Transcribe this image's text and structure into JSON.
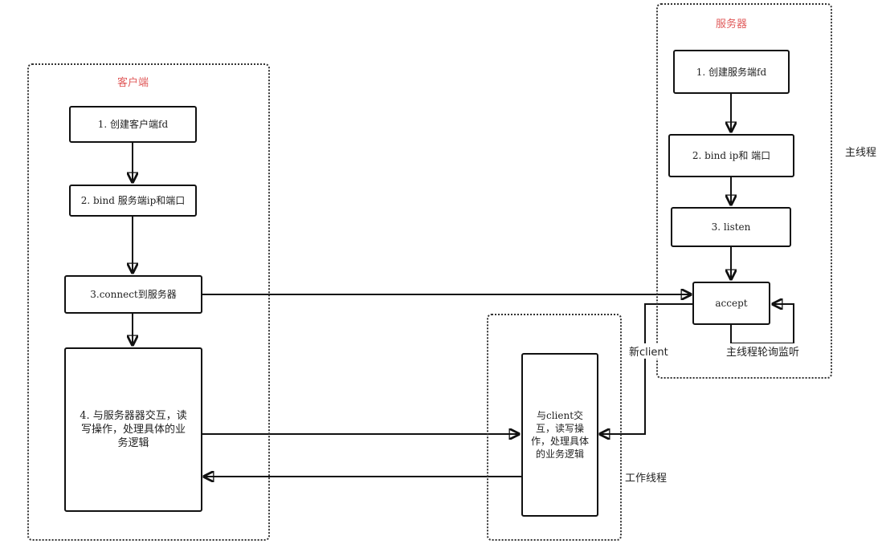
{
  "groups": {
    "client": {
      "title": "客户端"
    },
    "server": {
      "title": "服务器"
    },
    "worker": {
      "title": ""
    }
  },
  "client_nodes": {
    "create_fd": "1. 创建客户端fd",
    "bind": "2. bind 服务端ip和端口",
    "connect": "3.connect到服务器",
    "interact": "4. 与服务器器交互，读写操作，处理具体的业务逻辑"
  },
  "server_nodes": {
    "create_fd": "1. 创建服务端fd",
    "bind": "2. bind ip和 端口",
    "listen": "3. listen",
    "accept": "accept"
  },
  "worker_nodes": {
    "interact": "与client交互，读写操作，处理具体的业务逻辑"
  },
  "labels": {
    "main_thread": "主线程",
    "worker_thread": "工作线程",
    "new_client": "新client",
    "polling": "主线程轮询监听"
  },
  "colors": {
    "group_title": "#e05a5a",
    "stroke": "#111111"
  }
}
